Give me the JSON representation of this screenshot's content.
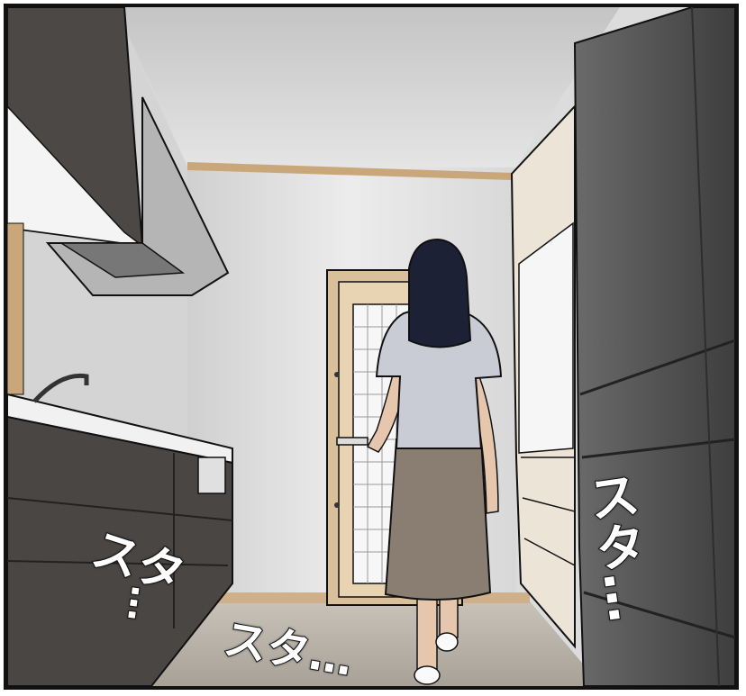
{
  "sound_effects": {
    "left": "スタ",
    "left_dots": "…",
    "bottom": "スタ…",
    "right": "スタ…"
  },
  "colors": {
    "ceiling": "#d6d6d6",
    "wall": "#e4e4e4",
    "cabinet": "#4a4644",
    "door_frame": "#d9bf9a",
    "hair": "#1c2135",
    "shirt": "#c9ccd4",
    "skirt": "#8a7e72",
    "fridge": "#575757",
    "floor": "#b9b3aa"
  }
}
